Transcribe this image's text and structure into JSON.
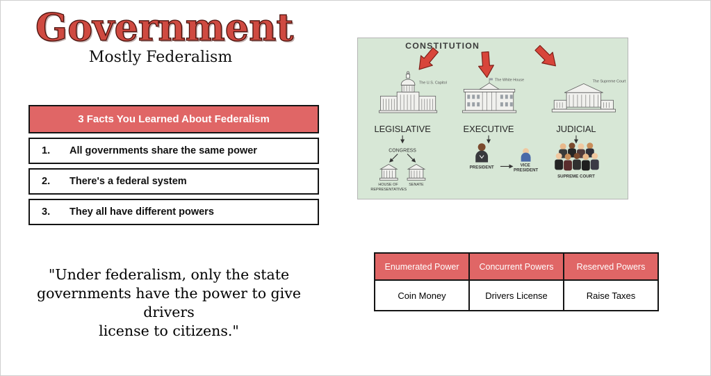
{
  "colors": {
    "accent_red": "#e06666",
    "title_red": "#cf4a41",
    "diagram_bg": "#d7e7d6",
    "arrow_red": "#d8453a"
  },
  "title": "Government",
  "subtitle": "Mostly Federalism",
  "facts_table": {
    "header": "3 Facts You Learned About Federalism",
    "rows": [
      {
        "num": "1.",
        "text": "All governments share the same power"
      },
      {
        "num": "2.",
        "text": "There's a federal system"
      },
      {
        "num": "3.",
        "text": "They all have different powers"
      }
    ]
  },
  "quote": {
    "lines": [
      "\"Under federalism, only the state",
      "governments have the power to give drivers",
      "license to citizens.\""
    ]
  },
  "diagram": {
    "title": "CONSTITUTION",
    "captions": {
      "capitol": "The U.S. Capitol",
      "white_house": "The White House",
      "supreme_court": "The Supreme Court"
    },
    "branch_labels": {
      "legislative": "LEGISLATIVE",
      "executive": "EXECUTIVE",
      "judicial": "JUDICIAL"
    },
    "legislative": {
      "congress": "CONGRESS",
      "house": [
        "HOUSE OF",
        "REPRESENTATIVES"
      ],
      "senate": "SENATE"
    },
    "executive": {
      "president": "PRESIDENT",
      "vice_president": [
        "VICE",
        "PRESIDENT"
      ]
    },
    "judicial": {
      "supreme_court": "SUPREME COURT"
    }
  },
  "powers_table": {
    "headers": [
      "Enumerated Power",
      "Concurrent Powers",
      "Reserved Powers"
    ],
    "row": [
      "Coin Money",
      "Drivers License",
      "Raise Taxes"
    ]
  }
}
